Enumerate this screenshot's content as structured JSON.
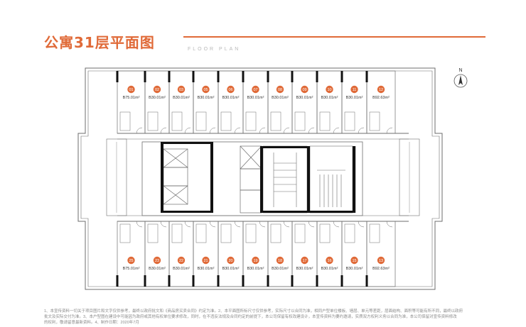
{
  "header": {
    "title": "公寓31层平面图",
    "subtitle": "FLOOR PLAN"
  },
  "compass": {
    "label": "N",
    "icon": "north-arrow-icon"
  },
  "colors": {
    "accent": "#e06a38",
    "wall": "#111111",
    "line": "#6e6e6e"
  },
  "units_top": [
    {
      "number": "01",
      "area": "B75.01m²"
    },
    {
      "number": "02",
      "area": "B30.01m²"
    },
    {
      "number": "03",
      "area": "B30.01m²"
    },
    {
      "number": "05",
      "area": "B30.01m²"
    },
    {
      "number": "06",
      "area": "B30.01m²"
    },
    {
      "number": "07",
      "area": "B30.01m²"
    },
    {
      "number": "08",
      "area": "B30.01m²"
    },
    {
      "number": "09",
      "area": "B30.01m²"
    },
    {
      "number": "10",
      "area": "B30.01m²"
    },
    {
      "number": "11",
      "area": "B30.01m²"
    },
    {
      "number": "12",
      "area": "B92.63m²"
    }
  ],
  "units_bottom": [
    {
      "number": "25",
      "area": "B75.01m²"
    },
    {
      "number": "23",
      "area": "B30.01m²"
    },
    {
      "number": "22",
      "area": "B30.01m²"
    },
    {
      "number": "21",
      "area": "B30.01m²"
    },
    {
      "number": "20",
      "area": "B30.01m²"
    },
    {
      "number": "19",
      "area": "B30.01m²"
    },
    {
      "number": "18",
      "area": "B30.01m²"
    },
    {
      "number": "17",
      "area": "B30.01m²"
    },
    {
      "number": "16",
      "area": "B30.01m²"
    },
    {
      "number": "15",
      "area": "B30.01m²"
    },
    {
      "number": "13",
      "area": "B92.63m²"
    }
  ],
  "footer": {
    "line1": "1、本宣传资料一切关于项目图片和文字仅供参考，最终以政府批文和《商品房买卖合同》约定为准。2、本平面图所标尺寸仅供参考，实际尺寸以合同为准，相同户型单位楼板、墙层、单元等差距，层面结构、面积等可能有所不同，最终以政府",
    "line2": "批文及实际交付为准。3、本户型图在建设中可能因为政府或其他有权单位要求修改，同时，在不违反法规及合同约定的前提下，本公司保留有权改建设计，本宣传资料为要约邀请，实质双方权利义务以合同为准，本公司保留对宣传资料修改",
    "line3": "的权利，敬请留意最新资料。4、制作日期：2020年7月"
  }
}
